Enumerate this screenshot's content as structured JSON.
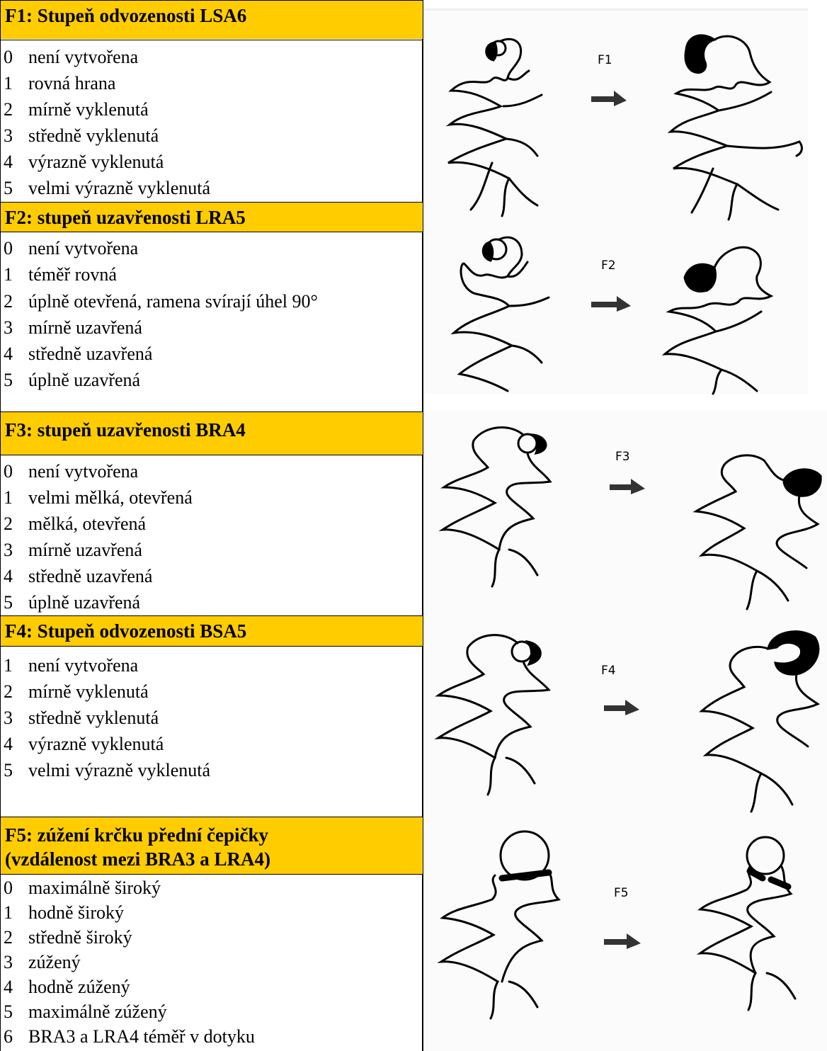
{
  "sections": [
    {
      "title": "F1: Stupeň odvozenosti LSA6",
      "items": [
        {
          "num": "0",
          "text": "není vytvořena"
        },
        {
          "num": "1",
          "text": "rovná hrana"
        },
        {
          "num": "2",
          "text": "mírně vyklenutá"
        },
        {
          "num": "3",
          "text": "středně vyklenutá"
        },
        {
          "num": "4",
          "text": "výrazně vyklenutá"
        },
        {
          "num": "5",
          "text": "velmi výrazně vyklenutá"
        }
      ]
    },
    {
      "title": "F2: stupeň uzavřenosti LRA5",
      "items": [
        {
          "num": "0",
          "text": "není vytvořena"
        },
        {
          "num": "1",
          "text": "téměř rovná"
        },
        {
          "num": "2",
          "text": "úplně otevřená, ramena svírají úhel 90°"
        },
        {
          "num": "3",
          "text": "mírně uzavřená"
        },
        {
          "num": "4",
          "text": "středně uzavřená"
        },
        {
          "num": "5",
          "text": "úplně uzavřená"
        }
      ]
    },
    {
      "title": "F3: stupeň uzavřenosti BRA4",
      "items": [
        {
          "num": "0",
          "text": "není vytvořena"
        },
        {
          "num": "1",
          "text": "velmi mělká, otevřená"
        },
        {
          "num": "2",
          "text": "mělká, otevřená"
        },
        {
          "num": "3",
          "text": "mírně uzavřená"
        },
        {
          "num": "4",
          "text": "středně uzavřená"
        },
        {
          "num": "5",
          "text": "úplně uzavřená"
        }
      ]
    },
    {
      "title": "F4: Stupeň odvozenosti BSA5",
      "items": [
        {
          "num": "1",
          "text": "není vytvořena"
        },
        {
          "num": "2",
          "text": "mírně vyklenutá"
        },
        {
          "num": "3",
          "text": "středně vyklenutá"
        },
        {
          "num": "4",
          "text": "výrazně vyklenutá"
        },
        {
          "num": "5",
          "text": "velmi výrazně vyklenutá"
        }
      ]
    },
    {
      "title": "F5: zúžení krčku přední čepičky",
      "title2": "(vzdálenost mezi BRA3 a LRA4)",
      "items": [
        {
          "num": "0",
          "text": "maximálně široký"
        },
        {
          "num": "1",
          "text": "hodně široký"
        },
        {
          "num": "2",
          "text": "středně široký"
        },
        {
          "num": "3",
          "text": "zúžený"
        },
        {
          "num": "4",
          "text": "hodně zúžený"
        },
        {
          "num": "5",
          "text": "maximálně zúžený"
        },
        {
          "num": "6",
          "text": "BRA3 a LRA4 téměř v dotyku"
        }
      ]
    }
  ],
  "figures": [
    {
      "label": "F1"
    },
    {
      "label": "F2"
    },
    {
      "label": "F3"
    },
    {
      "label": "F4"
    },
    {
      "label": "F5"
    }
  ],
  "colors": {
    "header_bg": "#ffcc00",
    "panel_bg": "#fcfbfc",
    "ink": "#000000"
  }
}
